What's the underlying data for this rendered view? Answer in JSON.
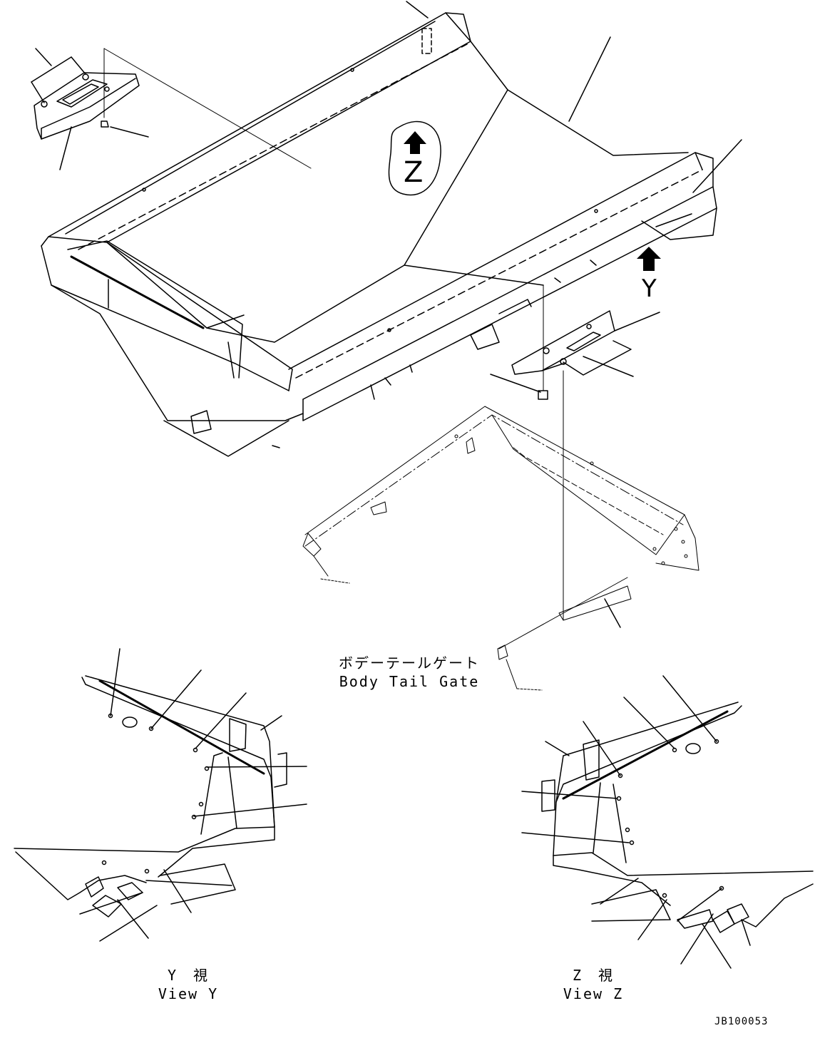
{
  "labels": {
    "view_z_marker": "Z",
    "view_y_marker": "Y",
    "tail_gate_jp": "ボデーテールゲート",
    "tail_gate_en": "Body Tail Gate",
    "view_y_jp": "Y　視",
    "view_y_en": "View Y",
    "view_z_jp": "Z　視",
    "view_z_en": "View Z",
    "drawing_code": "JB100053"
  },
  "icons": {
    "view_arrow": "arrow-up-icon"
  },
  "colors": {
    "line": "#000000",
    "background": "#ffffff"
  }
}
